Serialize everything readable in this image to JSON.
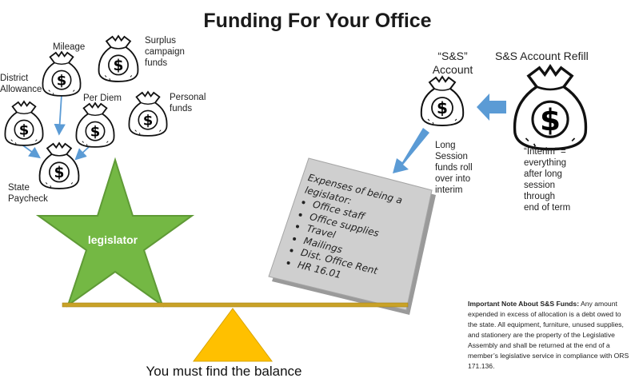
{
  "title": "Funding For Your Office",
  "bag_glyph": "$",
  "labels": {
    "mileage": "Mileage",
    "surplus": [
      "Surplus",
      "campaign",
      "funds"
    ],
    "district": [
      "District",
      "Allowance"
    ],
    "per_diem": "Per Diem",
    "personal": [
      "Personal",
      "funds"
    ],
    "state_paycheck": [
      "State",
      "Paycheck"
    ],
    "ss_account": [
      "“S&S”",
      "Account"
    ],
    "ss_refill": "S&S Account Refill",
    "long_session": [
      "Long",
      "Session",
      "funds roll",
      "over into",
      "interim"
    ],
    "interim": [
      "“Interim” =",
      "everything",
      "after long",
      "session",
      "through",
      "end of term"
    ]
  },
  "legislator": "legislator",
  "expenses": {
    "heading": "Expenses of being a legislator:",
    "items": [
      "Office staff",
      "Office supplies",
      "Travel",
      "Mailings",
      "Dist. Office Rent",
      "HR 16.01"
    ]
  },
  "note": {
    "heading": "Important Note About S&S Funds:",
    "body": "Any amount expended in excess of allocation is a debt owed to the state. All equipment, furniture, unused supplies, and stationery are the property of the Legislative Assembly and shall be returned at the end of a member’s legislative service in compliance with ORS 171.136."
  },
  "balance_caption": "You must find the balance",
  "colors": {
    "star": "#74b844",
    "arrow": "#5b9bd5",
    "beam": "#c9a227",
    "fulcrum": "#ffc000"
  }
}
